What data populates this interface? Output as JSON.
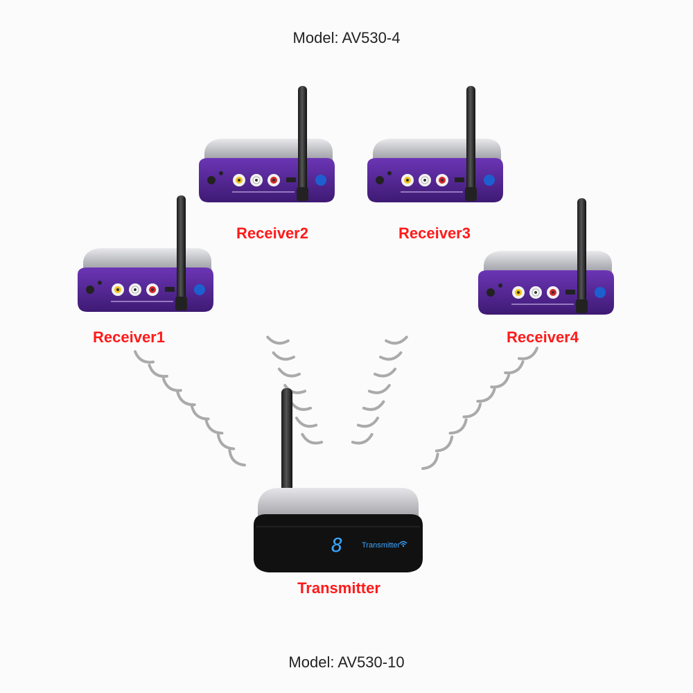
{
  "models": {
    "receivers": "Model: AV530-4",
    "transmitter": "Model: AV530-10"
  },
  "receivers": [
    {
      "label": "Receiver1"
    },
    {
      "label": "Receiver2"
    },
    {
      "label": "Receiver3"
    },
    {
      "label": "Receiver4"
    }
  ],
  "transmitter": {
    "label": "Transmitter",
    "display_digit": "8",
    "front_text": "Transmitter"
  },
  "colors": {
    "label": "#ff1a1a",
    "receiver_panel": "#5b2a9c",
    "display": "#3aa6ff"
  }
}
